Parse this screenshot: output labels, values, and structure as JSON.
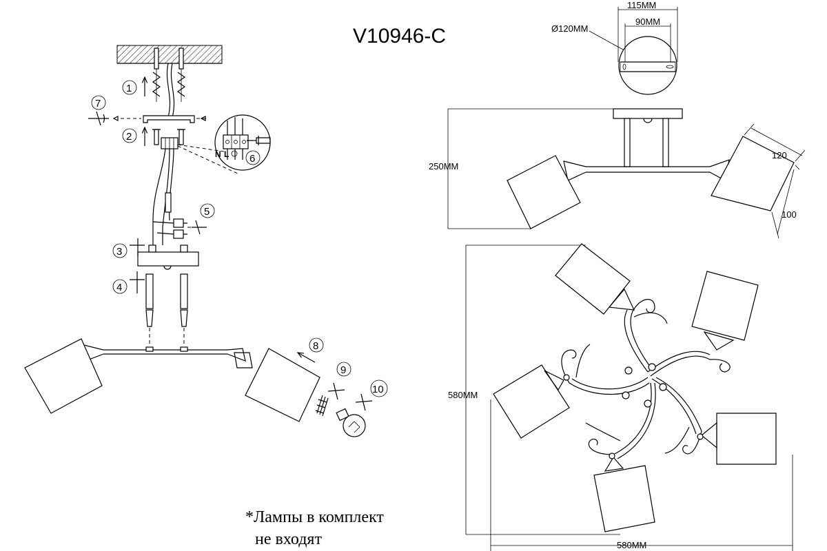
{
  "title": "V10946-C",
  "wiring_labels": {
    "neutral": "N",
    "live": "L"
  },
  "steps": [
    "1",
    "2",
    "3",
    "4",
    "5",
    "6",
    "7",
    "8",
    "9",
    "10"
  ],
  "dimensions": {
    "plate_outer": "115MM",
    "plate_inner": "90MM",
    "canopy_diameter": "Ø120MM",
    "height": "250MM",
    "shade_width": "120",
    "shade_height": "100",
    "span_vertical": "580MM",
    "span_horizontal": "580MM"
  },
  "note": {
    "line1": "*Лампы в комплект",
    "line2": "не входят"
  }
}
